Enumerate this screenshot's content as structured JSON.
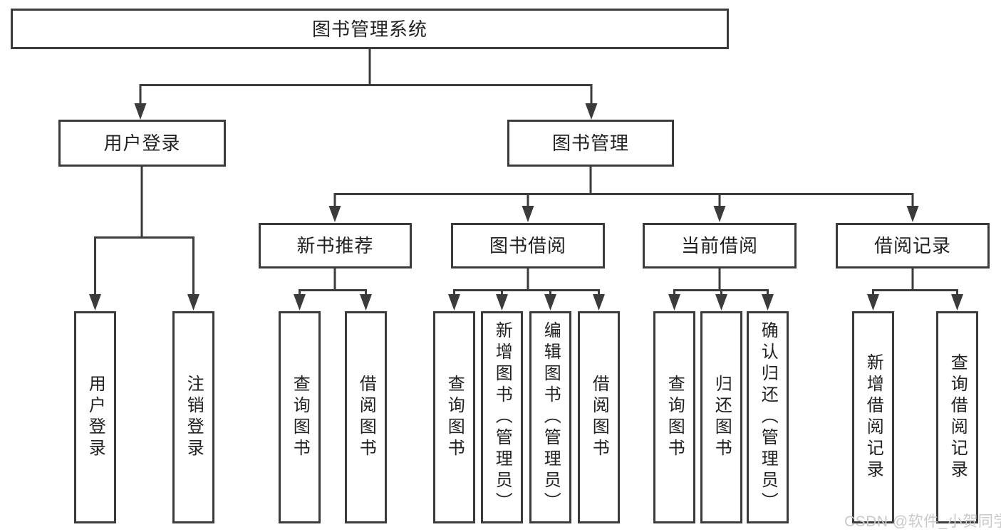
{
  "diagram": {
    "root": {
      "label": "图书管理系统"
    },
    "level2": [
      {
        "label": "用户登录"
      },
      {
        "label": "图书管理"
      }
    ],
    "level3": [
      {
        "label": "新书推荐"
      },
      {
        "label": "图书借阅"
      },
      {
        "label": "当前借阅"
      },
      {
        "label": "借阅记录"
      }
    ],
    "level4": [
      {
        "label": "用户登录"
      },
      {
        "label": "注销登录"
      },
      {
        "label": "查询图书"
      },
      {
        "label": "借阅图书"
      },
      {
        "label": "查询图书"
      },
      {
        "label": "新增图书（管理员）"
      },
      {
        "label": "编辑图书（管理员）"
      },
      {
        "label": "借阅图书"
      },
      {
        "label": "查询图书"
      },
      {
        "label": "归还图书"
      },
      {
        "label": "确认归还（管理员）"
      },
      {
        "label": "新增借阅记录"
      },
      {
        "label": "查询借阅记录"
      }
    ]
  },
  "watermark": {
    "text": "CSDN @软件_小贺同学"
  },
  "colors": {
    "line": "#3b3b3b",
    "text": "#212121",
    "watermark": "#c9c9c9",
    "background": "#ffffff"
  }
}
